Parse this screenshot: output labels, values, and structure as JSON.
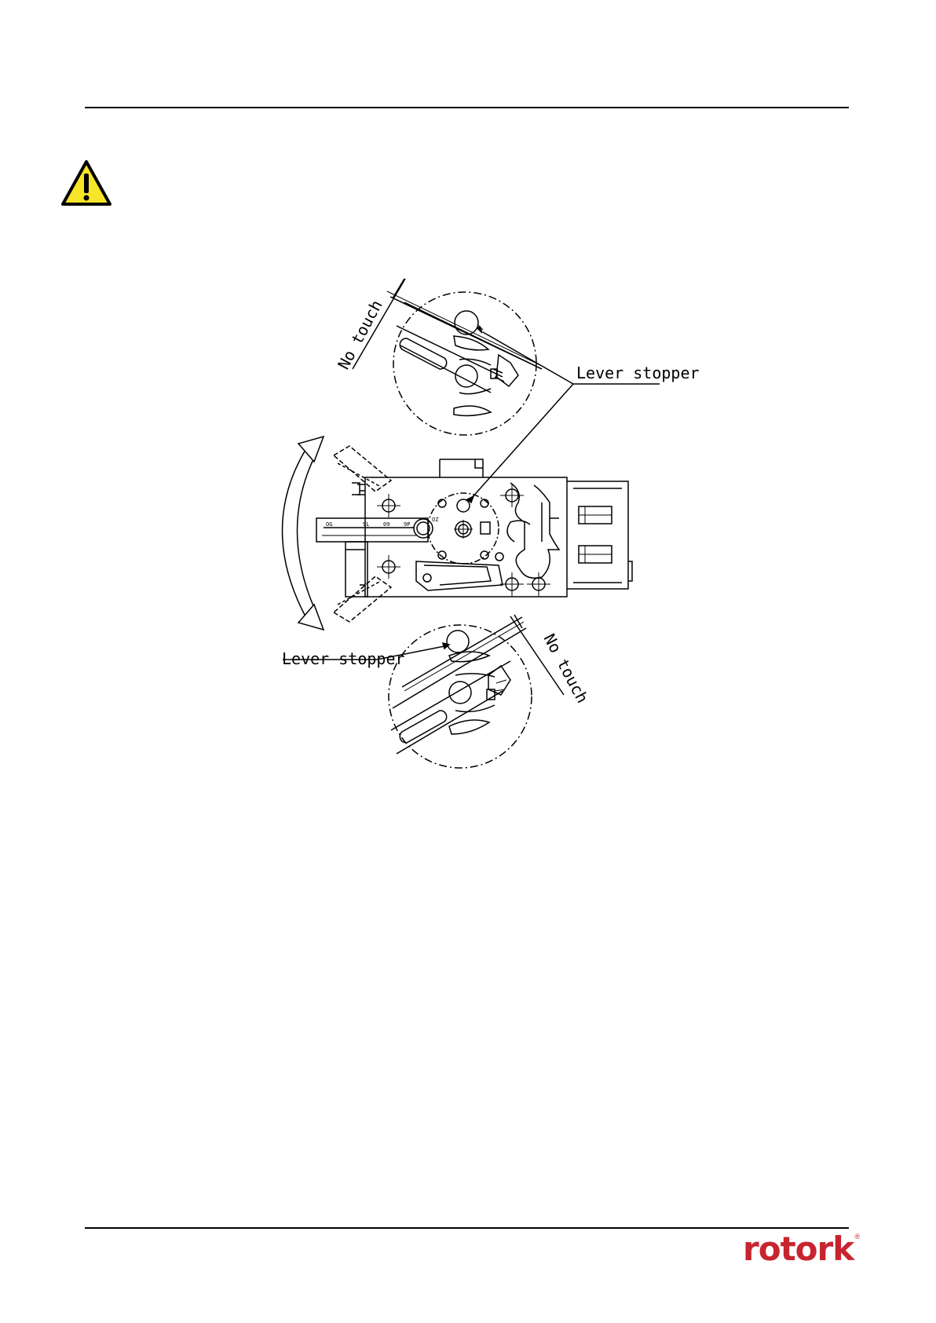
{
  "figure": {
    "label_lever_stopper_top": "Lever stopper",
    "label_lever_stopper_bottom": "Lever stopper",
    "label_no_touch_top": "No touch",
    "label_no_touch_bottom": "No touch"
  },
  "icons": {
    "warning": "warning-triangle-icon"
  },
  "brand": {
    "logo_text": "rotork",
    "logo_mark": "®",
    "color": "#c8242f"
  }
}
